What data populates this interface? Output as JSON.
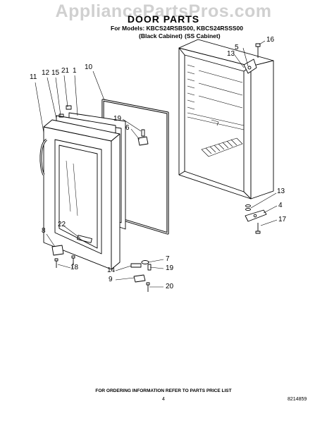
{
  "watermark": "AppliancePartsPros.com",
  "title": "DOOR PARTS",
  "models_line": "For Models: KBCS24RSBS00, KBCS24RSSS00",
  "cabinet_black": "(Black Cabinet)",
  "cabinet_ss": "(SS Cabinet)",
  "footer_note": "FOR ORDERING INFORMATION REFER TO PARTS PRICE LIST",
  "page_number": "4",
  "document_number": "8214859",
  "callouts": [
    "11",
    "12",
    "15",
    "21",
    "1",
    "10",
    "19",
    "6",
    "5",
    "16",
    "13",
    "13",
    "4",
    "17",
    "22",
    "8",
    "18",
    "7",
    "14",
    "19",
    "9",
    "20"
  ]
}
